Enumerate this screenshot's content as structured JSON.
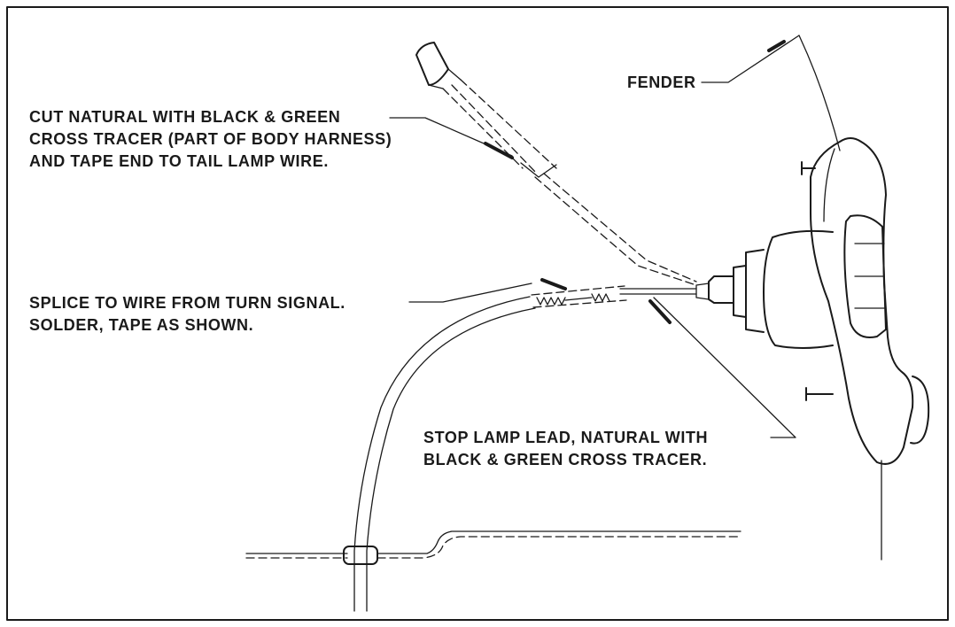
{
  "labels": {
    "fender": "FENDER",
    "cut_natural": [
      "CUT NATURAL WITH BLACK & GREEN",
      "CROSS TRACER (PART OF BODY HARNESS)",
      "AND TAPE END TO TAIL LAMP WIRE."
    ],
    "splice": [
      "SPLICE TO WIRE FROM TURN SIGNAL.",
      "SOLDER, TAPE AS SHOWN."
    ],
    "stop_lamp": [
      "STOP LAMP LEAD, NATURAL WITH",
      "BLACK & GREEN CROSS TRACER."
    ]
  }
}
